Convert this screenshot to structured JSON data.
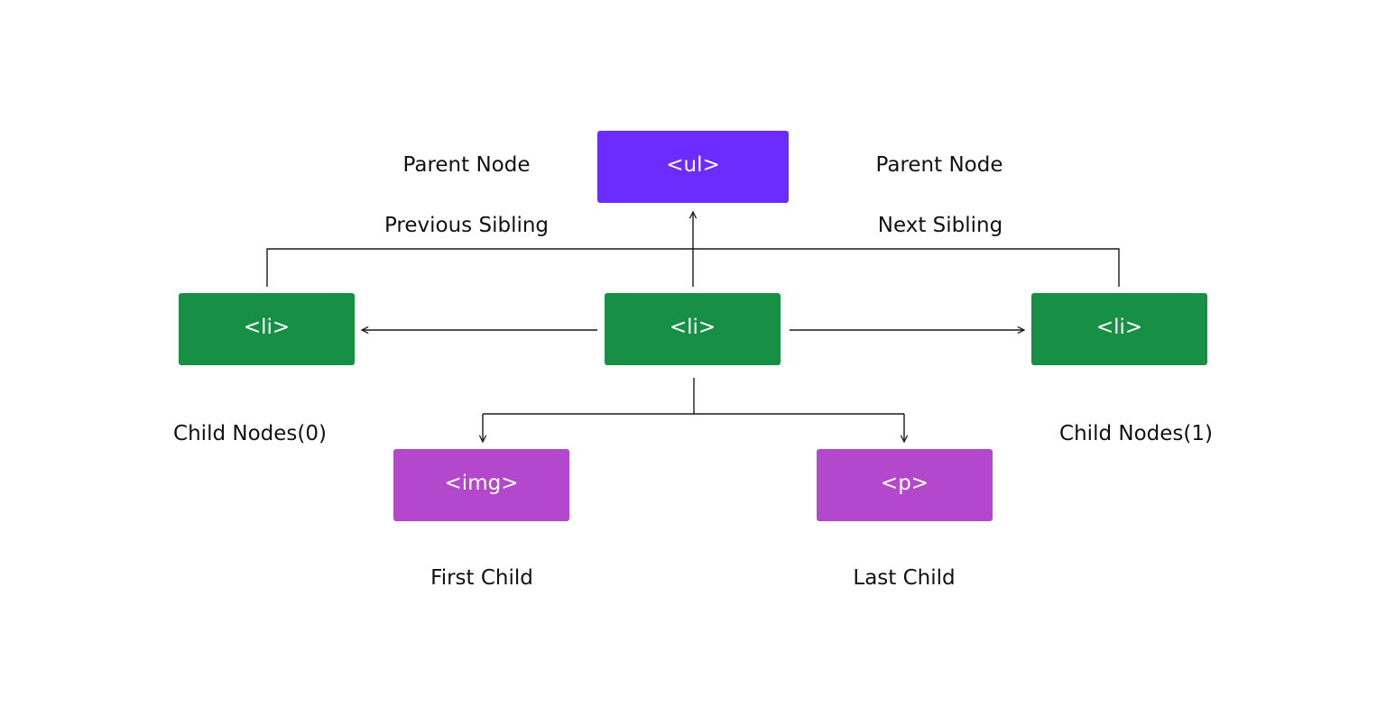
{
  "colors": {
    "parent_node": "#6c2bff",
    "li_node": "#178f44",
    "child_node": "#b448cc",
    "line": "#1a1a1a",
    "text": "#111111"
  },
  "nodes": {
    "ul": "<ul>",
    "li_left": "<li>",
    "li_center": "<li>",
    "li_right": "<li>",
    "img": "<img>",
    "p": "<p>"
  },
  "labels": {
    "parent_node_left": "Parent Node",
    "parent_node_right": "Parent Node",
    "previous_sibling": "Previous Sibling",
    "next_sibling": "Next Sibling",
    "child_nodes_0": "Child Nodes(0)",
    "child_nodes_1": "Child Nodes(1)",
    "first_child": "First Child",
    "last_child": "Last Child"
  }
}
